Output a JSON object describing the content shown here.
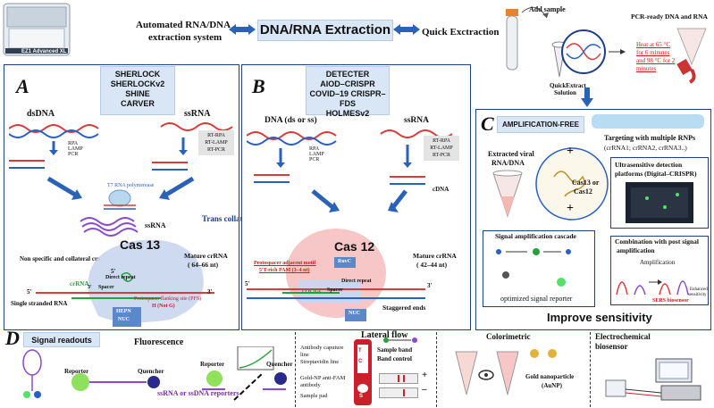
{
  "header": {
    "title": "DNA/RNA Extraction",
    "left_label_line1": "Automated RNA/DNA",
    "left_label_line2": "extraction system",
    "right_label": "Quick Exctraction",
    "instrument_label": "EZ1 Advanced XL",
    "add_sample": "Add sample",
    "quickextract_line1": "QuickExtract",
    "quickextract_line2": "Solution",
    "heat_line1": "Heat at 65 °C",
    "heat_line2": "for 6 minutes",
    "heat_line3": "and 98 °C for 2",
    "heat_line4": "minutes",
    "pcr_ready": "PCR-ready DNA and RNA"
  },
  "panelA": {
    "letter": "A",
    "methods": [
      "SHERLOCK",
      "SHERLOCKv2",
      "SHINE",
      "CARVER"
    ],
    "dsdna": "dsDNA",
    "ssrna": "ssRNA",
    "amp_left": [
      "RPA",
      "LAMP",
      "PCR"
    ],
    "amp_right": [
      "RT-RPA",
      "RT-LAMP",
      "RT-PCR"
    ],
    "t7": "T7 RNA polymerease",
    "ssrna_product": "ssRNA",
    "nonspecific": "Non specific and collateral cut",
    "cas": "Cas 13",
    "mature_line1": "Mature crRNA",
    "mature_line2": "( 64–66 nt)",
    "crrna": "crRNA",
    "direct_repeat": "Direct repeat",
    "spacer": "Spacer",
    "five": "5'",
    "three": "3'",
    "pfs": "Protospacer flanking site (PFS)",
    "hnotg": "H (Not G)",
    "single_stranded": "Single stranded RNA",
    "hepn": "HEPN",
    "nuc": "NUC"
  },
  "collateral_label": "Trans collateral cleavage activity",
  "panelB": {
    "letter": "B",
    "methods": [
      "DETECTER",
      "AIOD–CRISPR",
      "COVID–19 CRISPR–FDS",
      "HOLMESv2"
    ],
    "dna": "DNA (ds or ss)",
    "ssrna": "ssRNA",
    "amp_left": [
      "RPA",
      "LAMP",
      "PCR"
    ],
    "amp_right": [
      "RT-RPA",
      "RT-LAMP",
      "RT-PCR"
    ],
    "cdna": "cDNA",
    "cas": "Cas 12",
    "mature_line1": "Mature crRNA",
    "mature_line2": "( 42–44 nt)",
    "pam_line1": "Protospacer adjacent motif",
    "pam_line2": "5'T-rich PAM (3–4 nt)",
    "ruvc": "RuvC",
    "crrna": "crRNA",
    "direct_repeat": "Direct repeat",
    "spacer": "Spacer",
    "nuc": "NUC",
    "staggered": "Staggered ends",
    "five": "5'",
    "three": "3'"
  },
  "panelC": {
    "letter": "C",
    "ampfree": "AMPLIFICATION-FREE",
    "targeting_line1": "Targeting with multiple RNPs",
    "targeting_line2": "(crRNA1; crRNA2, crRNA3..)",
    "extracted_line1": "Extracted viral",
    "extracted_line2": "RNA/DNA",
    "cas_line1": "Cas13 or",
    "cas_line2": "Cas12",
    "ultra_line1": "Ultrasensitive detection",
    "ultra_line2": "platforms (Digital–CRISPR)",
    "signal_amp": "Signal amplification cascade",
    "optimized": "optimized signal reporter",
    "combination_line1": "Combination with post signal",
    "combination_line2": "amplification",
    "amplification": "Amplification",
    "sers": "SERS biosensor",
    "enhanced_line1": "Enhanced",
    "enhanced_line2": "sensitivity",
    "footer": "Improve sensitivity"
  },
  "panelD": {
    "letter": "D",
    "title": "Signal readouts",
    "fluorescence": "Fluorescence",
    "reporter": "Reporter",
    "quencher": "Quencher",
    "reporters_label": "ssRNA or ssDNA reporters",
    "lateral_flow": "Lateral flow",
    "antibody_line1": "Antibody caputure",
    "antibody_line2": "line",
    "strep_line1": "Streptavidin line",
    "gold_line1": "Gold-NP anti-FAM",
    "gold_line2": "antibody",
    "sample_pad": "Sample pad",
    "sample_band": "Sample band",
    "band_control": "Band control",
    "strip_letters": [
      "T",
      "C",
      "S"
    ],
    "plus": "+",
    "minus": "–",
    "colorimetric": "Colorimetric",
    "gold_np_line1": "Gold nanoparticle",
    "gold_np_line2": "(AuNP)",
    "electro_line1": "Electrochemical",
    "electro_line2": "biosensor"
  },
  "colors": {
    "panel_border": "#1d3f86",
    "label_box": "#d9e6f6",
    "strand_red": "#d93a3a",
    "strand_blue": "#2a5fc8",
    "arrow_blue": "#2a62b8",
    "cas_pink": "#f7c6c6",
    "cas_blue": "#c9d6ee"
  }
}
